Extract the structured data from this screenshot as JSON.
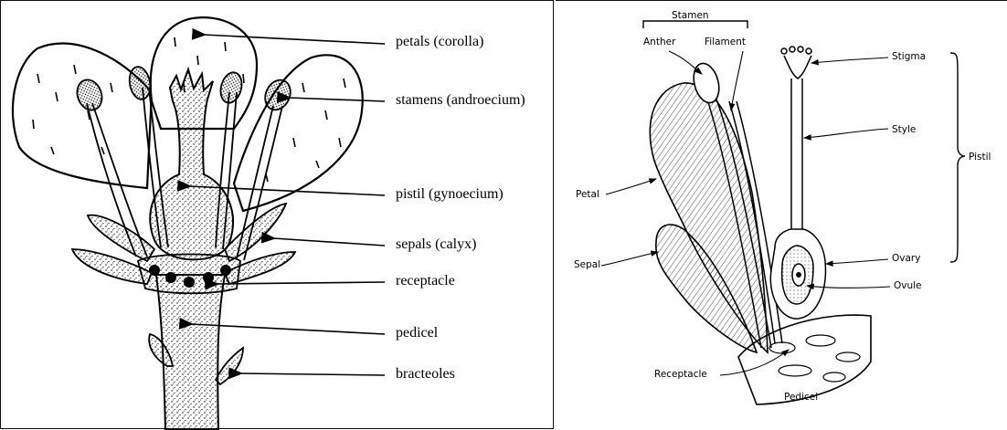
{
  "left_diagram": {
    "labels": {
      "petals": "petals (corolla)",
      "stamens": "stamens (androecium)",
      "pistil": "pistil (gynoecium)",
      "sepals": "sepals (calyx)",
      "receptacle": "receptacle",
      "pedicel": "pedicel",
      "bracteoles": "bracteoles"
    }
  },
  "right_diagram": {
    "labels": {
      "stamen": "Stamen",
      "anther": "Anther",
      "filament": "Filament",
      "stigma": "Stigma",
      "style": "Style",
      "pistil": "Pistil",
      "petal": "Petal",
      "sepal": "Sepal",
      "ovary": "Ovary",
      "ovule": "Ovule",
      "receptacle": "Receptacle",
      "pedicel": "Pedicel"
    }
  }
}
